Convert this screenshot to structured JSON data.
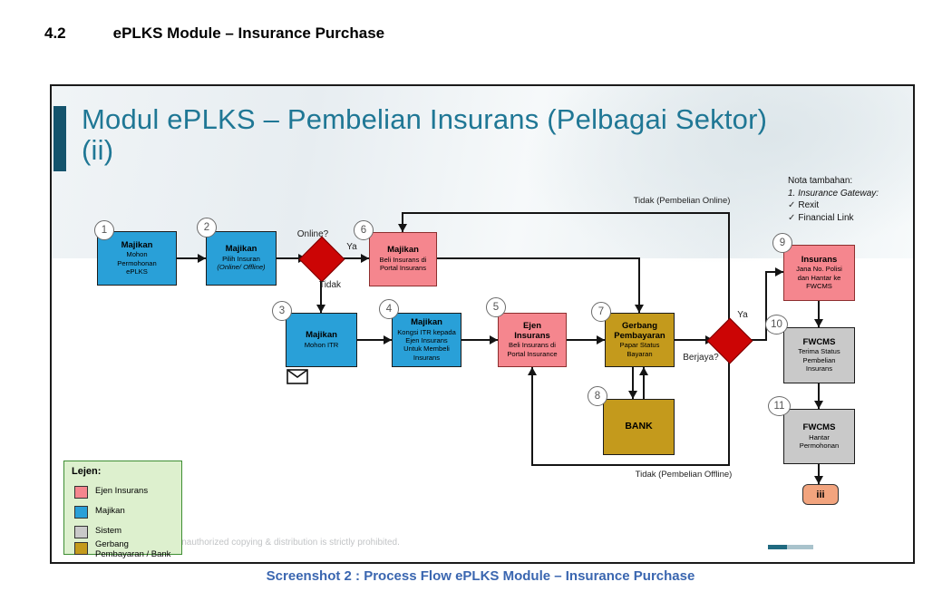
{
  "page": {
    "heading_number": "4.2",
    "heading_title": "ePLKS Module – Insurance Purchase",
    "caption": "Screenshot 2 :  Process Flow ePLKS Module – Insurance Purchase"
  },
  "slide": {
    "title_line1": "Modul ePLKS – Pembelian Insurans (Pelbagai Sektor)",
    "title_line2": "(ii)",
    "note": {
      "heading": "Nota tambahan:",
      "item1": "1. Insurance Gateway:",
      "check1": "Rexit",
      "check2": "Financial Link",
      "check_glyph": "✓"
    },
    "footer_text": "Unauthorized copying & distribution is strictly prohibited.",
    "colors": {
      "majikan_blue": "#29A0D8",
      "ejen_pink": "#F5868E",
      "sistem_grey": "#C9C9C9",
      "gerbang_gold": "#C49A1C",
      "decision_red": "#CC0505",
      "accent_teal": "#1F7795",
      "caption_blue": "#3A66B0",
      "legend_bg": "#DDF0CE",
      "progress_dark": "#206A80",
      "progress_light": "#A9C3CC"
    }
  },
  "flow": {
    "boxes": [
      {
        "num": "1",
        "title": "Majikan",
        "lines": [
          "Mohon",
          "Permohonan",
          "ePLKS"
        ],
        "type": "majikan"
      },
      {
        "num": "2",
        "title": "Majikan",
        "lines": [
          "Pilih Insuran",
          "(Online/ Offline)"
        ],
        "type": "majikan"
      },
      {
        "num": "3",
        "title": "Majikan",
        "lines": [
          "Mohon ITR"
        ],
        "type": "majikan"
      },
      {
        "num": "4",
        "title": "Majikan",
        "lines": [
          "Kongsi ITR kepada",
          "Ejen Insurans",
          "Untuk Membeli",
          "Insurans"
        ],
        "type": "majikan"
      },
      {
        "num": "5",
        "title": "Ejen Insurans",
        "lines": [
          "Beli Insurans di",
          "Portal Insurance"
        ],
        "type": "ejen"
      },
      {
        "num": "6",
        "title": "Majikan",
        "lines": [
          "Beli Insurans di",
          "Portal Insurans"
        ],
        "type": "ejen"
      },
      {
        "num": "7",
        "title": "Gerbang Pembayaran",
        "lines": [
          "Papar Status",
          "Bayaran"
        ],
        "type": "gerbang"
      },
      {
        "num": "8",
        "title": "BANK",
        "lines": [],
        "type": "gerbang"
      },
      {
        "num": "9",
        "title": "Insurans",
        "lines": [
          "Jana No. Polisi",
          "dan Hantar ke",
          "FWCMS"
        ],
        "type": "ejen"
      },
      {
        "num": "10",
        "title": "FWCMS",
        "lines": [
          "Terima Status",
          "Pembelian",
          "Insurans"
        ],
        "type": "sistem"
      },
      {
        "num": "11",
        "title": "FWCMS",
        "lines": [
          "Hantar",
          "Permohonan"
        ],
        "type": "sistem"
      }
    ],
    "decision_online": {
      "question": "Online?",
      "yes": "Ya",
      "no": "Tidak"
    },
    "decision_berjaya": {
      "question": "Berjaya?",
      "yes": "Ya"
    },
    "edge_labels": {
      "online_fail": "Tidak (Pembelian Online)",
      "offline_fail": "Tidak (Pembelian Offline)"
    },
    "connector_label": "iii"
  },
  "legend": {
    "title": "Lejen:",
    "items": [
      {
        "label": "Ejen Insurans",
        "color": "#F5868E"
      },
      {
        "label": "Majikan",
        "color": "#29A0D8"
      },
      {
        "label": "Sistem",
        "color": "#C9C9C9"
      },
      {
        "label": "Gerbang Pembayaran / Bank",
        "color": "#C49A1C"
      }
    ]
  }
}
